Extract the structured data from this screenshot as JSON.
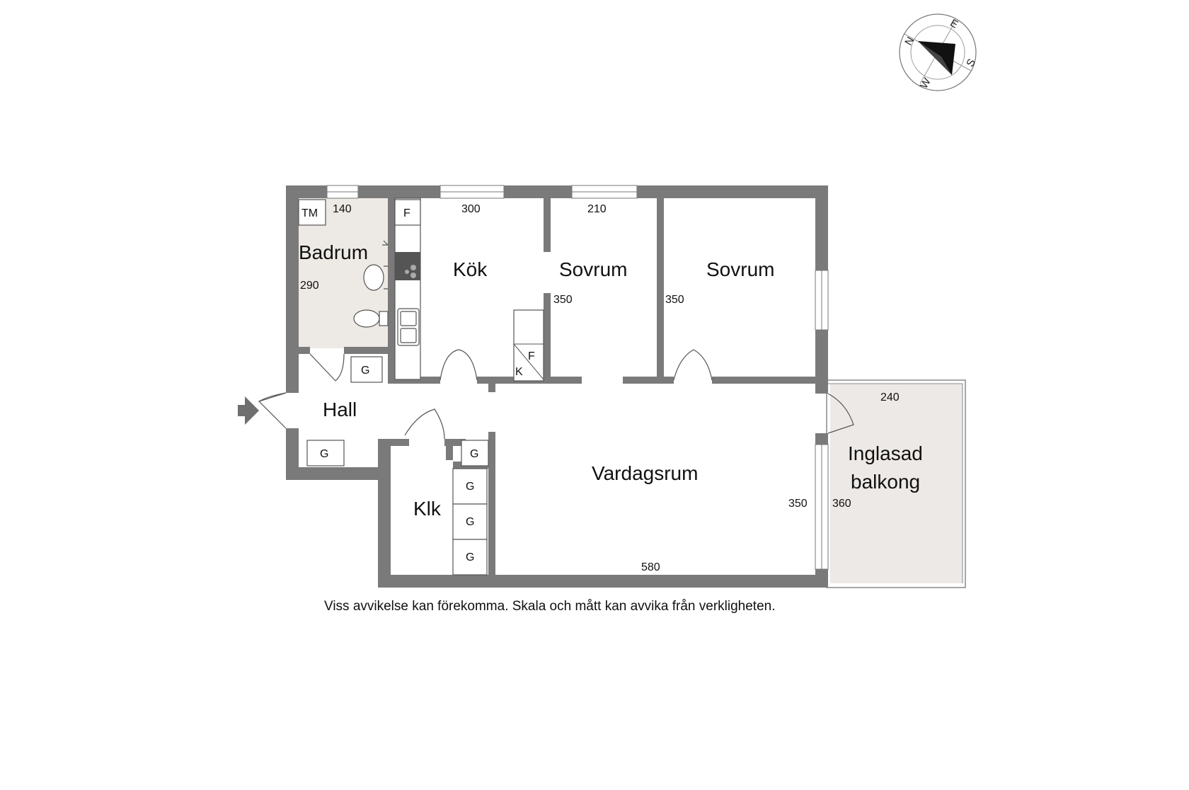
{
  "rooms": {
    "badrum": "Badrum",
    "kok": "Kök",
    "sovrum1": "Sovrum",
    "sovrum2": "Sovrum",
    "hall": "Hall",
    "vardagsrum": "Vardagsrum",
    "klk": "Klk",
    "balkong_line1": "Inglasad",
    "balkong_line2": "balkong"
  },
  "dimensions": {
    "badrum_w": "140",
    "badrum_h": "290",
    "kok_w": "300",
    "sovrum1_w": "210",
    "sovrum1_h": "350",
    "sovrum2_h": "350",
    "vardagsrum_h": "350",
    "vardagsrum_w": "580",
    "balkong_w": "240",
    "balkong_h": "360"
  },
  "fixtures": {
    "tm": "TM",
    "f": "F",
    "k": "K",
    "g": "G"
  },
  "compass": {
    "n": "N",
    "e": "E",
    "s": "S",
    "w": "W"
  },
  "disclaimer": "Viss avvikelse kan förekomma. Skala och mått kan avvika från verkligheten.",
  "colors": {
    "wall": "#7a7a7a",
    "bath_floor": "#ede9e4",
    "balcony_floor": "#ede9e6",
    "compass_needle": "#111111"
  }
}
